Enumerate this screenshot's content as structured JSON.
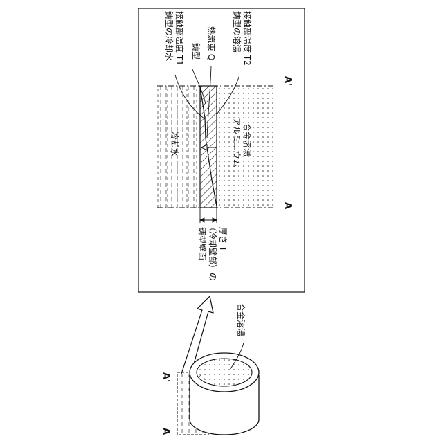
{
  "labels": {
    "mold_cooling_contact_temp_1": "鋳型の冷却水",
    "mold_cooling_contact_temp_2": "接触部温度 T1",
    "mold": "鋳型",
    "heat_flux": "熱流束 Q",
    "mold_melt_contact_temp_1": "鋳型の溶湯",
    "mold_melt_contact_temp_2": "接触部温度 T2",
    "cooling_water": "冷却水",
    "aluminum_melt_1": "アルミニウム",
    "aluminum_melt_2": "合金溶湯",
    "wall_thickness_1": "鋳型壁面",
    "wall_thickness_2": "（冷却壁部）の",
    "wall_thickness_3": "厚さ T",
    "section_a": "A",
    "section_a_prime": "A'",
    "alloy_melt_3d": "合金溶湯"
  },
  "colors": {
    "line": "#111111",
    "background": "#ffffff"
  }
}
